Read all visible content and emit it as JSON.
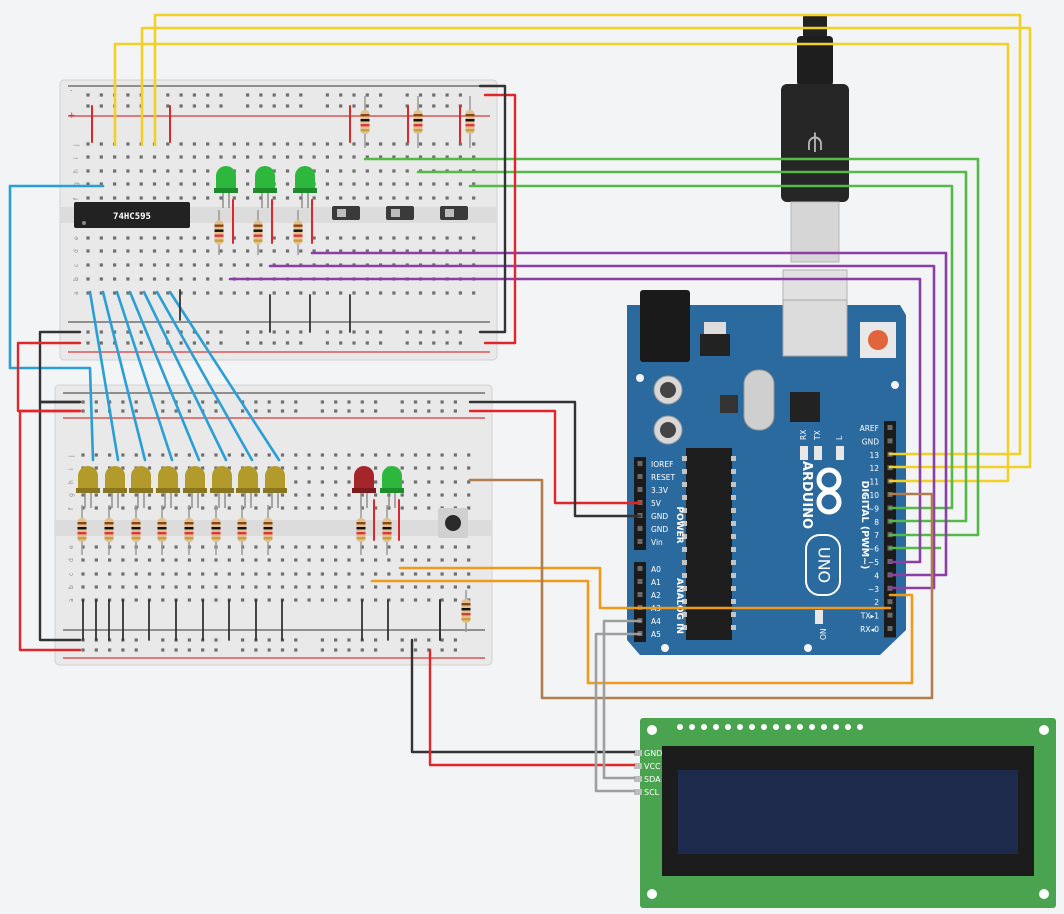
{
  "chip": {
    "label": "74HC595"
  },
  "arduino": {
    "brand": "ARDUINO",
    "model": "UNO",
    "on_label": "ON",
    "rx_label": "RX",
    "tx_label": "TX",
    "l_label": "L",
    "power_header_title": "POWER",
    "analog_header_title": "ANALOG IN",
    "digital_header_title": "DIGITAL (PWM~)",
    "power_pins": [
      "IOREF",
      "RESET",
      "3.3V",
      "5V",
      "GND",
      "GND",
      "Vin"
    ],
    "analog_pins": [
      "A0",
      "A1",
      "A2",
      "A3",
      "A4",
      "A5"
    ],
    "digital_pins": [
      "AREF",
      "GND",
      "13",
      "12",
      "~11",
      "~10",
      "~9",
      "8",
      "7",
      "~6",
      "~5",
      "4",
      "~3",
      "2",
      "TX▸1",
      "RX◂0"
    ]
  },
  "breadboard": {
    "row_letters_top": [
      "j",
      "i",
      "h",
      "g",
      "f"
    ],
    "row_letters_bottom": [
      "e",
      "d",
      "c",
      "b",
      "a"
    ],
    "plus": "+",
    "minus": "-"
  },
  "lcd": {
    "pins": [
      "GND",
      "VCC",
      "SDA",
      "SCL"
    ]
  },
  "colors": {
    "wire_yellow": "#f2d026",
    "wire_green": "#55b947",
    "wire_purple": "#8b3fa6",
    "wire_blue": "#2a9fd6",
    "wire_red": "#e0262a",
    "wire_black": "#333333",
    "wire_orange": "#f09a1b",
    "wire_brown": "#b07d4f",
    "wire_gray": "#9e9e9e",
    "arduino_blue": "#2b6a9f",
    "lcd_pcb": "#4aa34f",
    "lcd_screen": "#1d2a4c"
  }
}
